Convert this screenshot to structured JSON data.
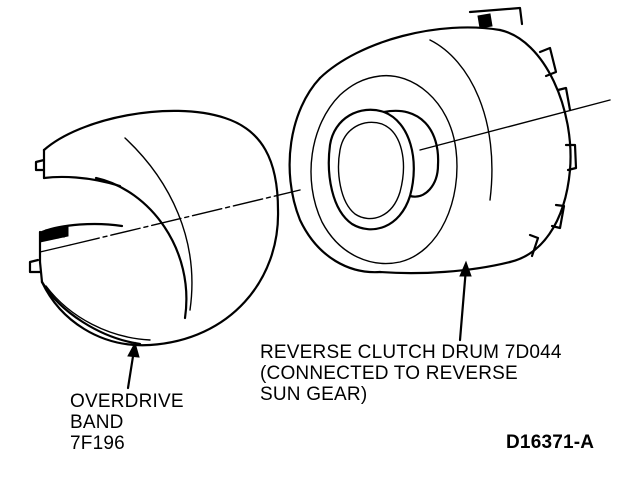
{
  "labels": {
    "reverse_clutch_drum": {
      "line1": "REVERSE CLUTCH DRUM 7D044",
      "line2": "(CONNECTED TO REVERSE",
      "line3": "SUN GEAR)"
    },
    "overdrive_band": {
      "line1": "OVERDRIVE",
      "line2": "BAND",
      "line3": "7F196"
    },
    "figure_id": "D16371-A"
  },
  "colors": {
    "line": "#000000",
    "background": "#ffffff"
  }
}
